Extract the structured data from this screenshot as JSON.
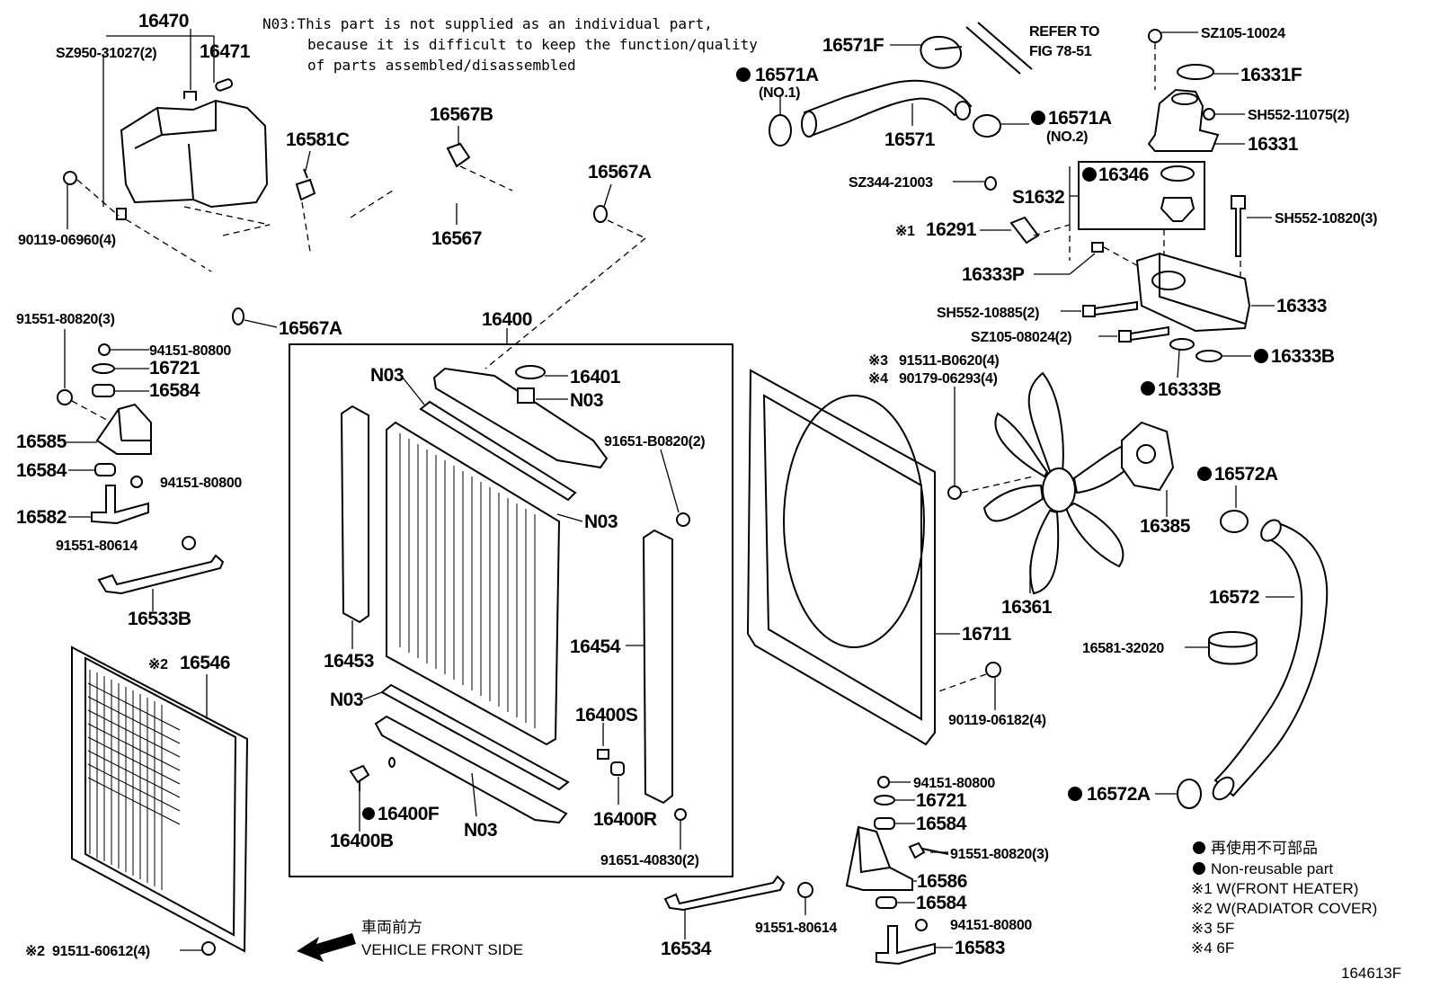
{
  "diagram_id": "164613F",
  "note": {
    "code": "N03",
    "line1": "N03:This part is not supplied as an individual part,",
    "line2": "because it is difficult to keep the function/quality",
    "line3": "of parts assembled/disassembled"
  },
  "refer": {
    "line1": "REFER TO",
    "line2": "FIG 78-51"
  },
  "front": {
    "jp": "車両前方",
    "en": "VEHICLE FRONT SIDE"
  },
  "legend": {
    "nonreuse_jp": "再使用不可部品",
    "nonreuse_en": "Non-reusable part",
    "n1": "※1 W(FRONT HEATER)",
    "n2": "※2 W(RADIATOR COVER)",
    "n3": "※3 5F",
    "n4": "※4 6F"
  },
  "labels": {
    "p16470": "16470",
    "p16471": "16471",
    "pSZ950": "SZ950-31027(2)",
    "p90119a": "90119-06960(4)",
    "p16581C": "16581C",
    "p16567B": "16567B",
    "p16567Aa": "16567A",
    "p16567": "16567",
    "p16567Ab": "16567A",
    "p91551a": "91551-80820(3)",
    "p94151a": "94151-80800",
    "p16721a": "16721",
    "p16584a": "16584",
    "p16585": "16585",
    "p16584b": "16584",
    "p94151b": "94151-80800",
    "p16582": "16582",
    "p91551b": "91551-80614",
    "p16533B": "16533B",
    "p16546": "16546",
    "p16546mark": "※2",
    "p91511a": "91511-60612(4)",
    "p91511amark": "※2",
    "p16400": "16400",
    "pN03a": "N03",
    "p16401": "16401",
    "pN03b": "N03",
    "p91651a": "91651-B0820(2)",
    "pN03c": "N03",
    "p16453": "16453",
    "p16454": "16454",
    "pN03d": "N03",
    "p16400S": "16400S",
    "p16400F": "16400F",
    "p16400R": "16400R",
    "p16400B": "16400B",
    "pN03e": "N03",
    "p91651b": "91651-40830(2)",
    "p16571F": "16571F",
    "p16571Aa": "16571A",
    "p16571Aa_sub": "(NO.1)",
    "p16571": "16571",
    "p16571Ab": "16571A",
    "p16571Ab_sub": "(NO.2)",
    "pSZ105a": "SZ105-10024",
    "p16331F": "16331F",
    "pSH552a": "SH552-11075(2)",
    "p16331": "16331",
    "pSZ344": "SZ344-21003",
    "pS1632": "S1632",
    "p16346": "16346",
    "p16291mark": "※1",
    "p16291": "16291",
    "pSH552b": "SH552-10820(3)",
    "p16333P": "16333P",
    "p16333": "16333",
    "pSH552c": "SH552-10885(2)",
    "pSZ105b": "SZ105-08024(2)",
    "p16333Ba": "16333B",
    "p16333Bb": "16333B",
    "p91511b": "91511-B0620(4)",
    "p91511bmark": "※3",
    "p90179": "90179-06293(4)",
    "p90179mark": "※4",
    "p16385": "16385",
    "p16572Aa": "16572A",
    "p16361": "16361",
    "p16572": "16572",
    "p16711": "16711",
    "p16581_32020": "16581-32020",
    "p90119b": "90119-06182(4)",
    "p94151c": "94151-80800",
    "p16721b": "16721",
    "p16584c": "16584",
    "p91551c": "91551-80820(3)",
    "p16586": "16586",
    "p16584d": "16584",
    "p94151d": "94151-80800",
    "p16583": "16583",
    "p16534": "16534",
    "p91551d": "91551-80614",
    "p16572Ab": "16572A"
  }
}
